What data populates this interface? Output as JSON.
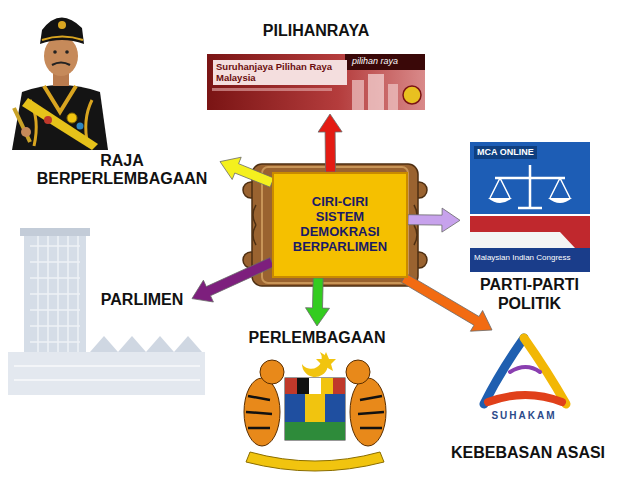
{
  "diagram": {
    "nodes": [
      {
        "text": [
          "PILIHANRAYA"
        ]
      },
      {
        "text": [
          "RAJA BERPERLEMBAGAAN"
        ]
      },
      {
        "text": [
          "CIRI-CIRI SISTEM DEMOKRASI BERPARLIMEN"
        ]
      },
      {
        "text": [
          "PARTI-PARTI POLITIK"
        ]
      },
      {
        "text": [
          "PARLIMEN"
        ]
      },
      {
        "text": [
          "PERLEMBAGAAN"
        ]
      },
      {
        "text": [
          "KEBEBASAN ASASI"
        ]
      }
    ],
    "edges": [
      {
        "from": 2,
        "to": 0,
        "arrow": "to"
      },
      {
        "from": 2,
        "to": 1,
        "arrow": "to"
      },
      {
        "from": 2,
        "to": 3,
        "arrow": "to"
      },
      {
        "from": 2,
        "to": 4,
        "arrow": "to"
      },
      {
        "from": 2,
        "to": 5,
        "arrow": "to"
      },
      {
        "from": 2,
        "to": 6,
        "arrow": "to"
      }
    ],
    "labels": [
      "pilihan raya",
      "Suruhanjaya Pilihan Raya Malaysia",
      "MCA ONLINE",
      "Malaysian Indian Congress",
      "SUHAKAM"
    ]
  }
}
